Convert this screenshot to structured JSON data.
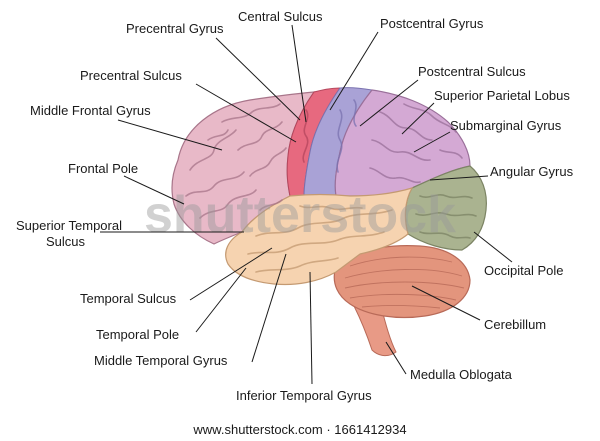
{
  "labels": {
    "central_sulcus": "Central Sulcus",
    "precentral_gyrus": "Precentral Gyrus",
    "postcentral_gyrus": "Postcentral Gyrus",
    "precentral_sulcus": "Precentral Sulcus",
    "postcentral_sulcus": "Postcentral Sulcus",
    "middle_frontal_gyrus": "Middle Frontal Gyrus",
    "superior_parietal_lobus": "Superior Parietal Lobus",
    "submarginal_gyrus": "Submarginal Gyrus",
    "frontal_pole": "Frontal Pole",
    "angular_gyrus": "Angular Gyrus",
    "superior_temporal_sulcus_1": "Superior Temporal",
    "superior_temporal_sulcus_2": "Sulcus",
    "occipital_pole": "Occipital Pole",
    "temporal_sulcus": "Temporal Sulcus",
    "cerebellum": "Cerebillum",
    "temporal_pole": "Temporal Pole",
    "middle_temporal_gyrus": "Middle Temporal Gyrus",
    "medulla_oblogata": "Medulla Oblogata",
    "inferior_temporal_gyrus": "Inferior Temporal Gyrus"
  },
  "watermark": "shutterstock",
  "footer": "www.shutterstock.com · 1661412934",
  "colors": {
    "frontal": "#e8b9c8",
    "precentral": "#e7697f",
    "postcentral": "#a9a2d6",
    "parietal": "#d4a9d4",
    "occipital": "#aab390",
    "temporal": "#f6d3b0",
    "cerebellum": "#e3957d",
    "brainstem": "#e89a86"
  }
}
